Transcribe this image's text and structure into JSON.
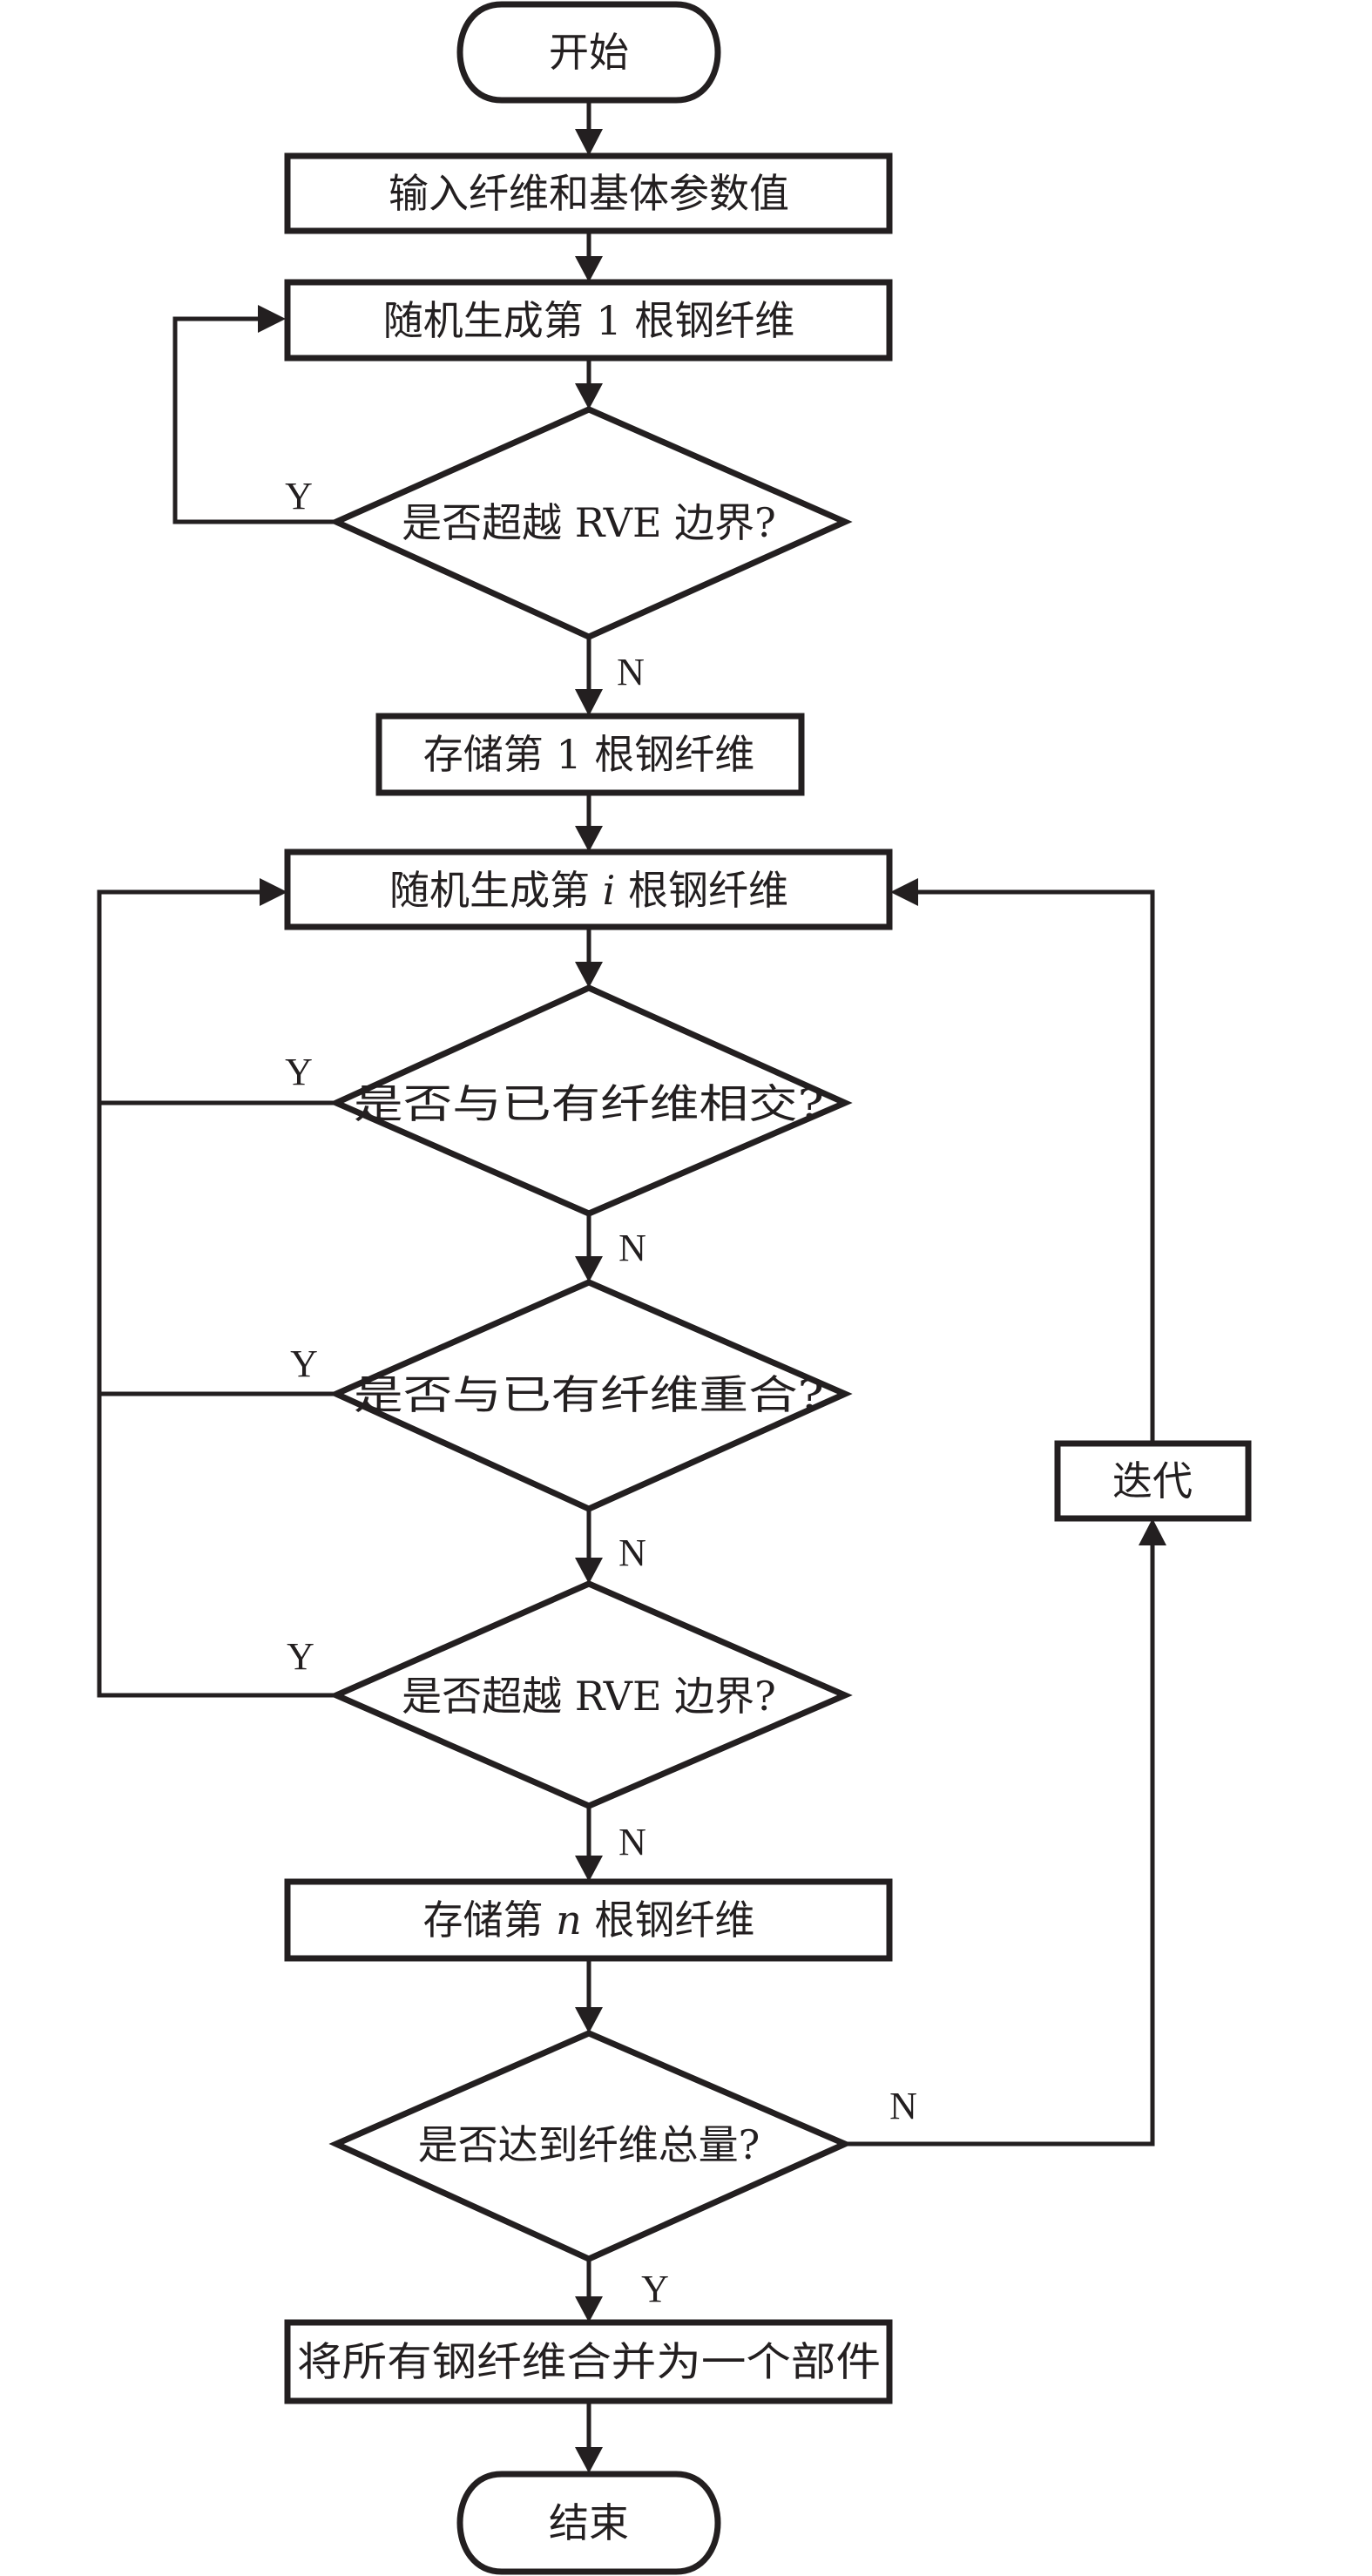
{
  "diagram": {
    "type": "flowchart",
    "colors": {
      "stroke": "#231f20",
      "fill": "#ffffff",
      "text": "#231f20"
    },
    "nodes": {
      "start": {
        "shape": "terminal",
        "text": "开始"
      },
      "input": {
        "shape": "process",
        "text": "输入纤维和基体参数值"
      },
      "gen_first": {
        "shape": "process",
        "text_before": "随机生成第 ",
        "var": "1",
        "text_after": " 根钢纤维"
      },
      "check_rve_1": {
        "shape": "decision",
        "text": "是否超越 RVE 边界?"
      },
      "store_first": {
        "shape": "process",
        "text_before": "存储第 ",
        "var": "1",
        "text_after": " 根钢纤维"
      },
      "gen_i": {
        "shape": "process",
        "text_before": "随机生成第 ",
        "var": "i",
        "text_after": " 根钢纤维"
      },
      "check_cross": {
        "shape": "decision",
        "text": "是否与已有纤维相交?"
      },
      "check_overlap": {
        "shape": "decision",
        "text": "是否与已有纤维重合?"
      },
      "check_rve_2": {
        "shape": "decision",
        "text": "是否超越 RVE 边界?"
      },
      "store_n": {
        "shape": "process",
        "text_before": "存储第 ",
        "var": "n",
        "text_after": " 根钢纤维"
      },
      "check_total": {
        "shape": "decision",
        "text": "是否达到纤维总量?"
      },
      "iterate": {
        "shape": "process",
        "text": "迭代"
      },
      "merge": {
        "shape": "process",
        "text": "将所有钢纤维合并为一个部件"
      },
      "end": {
        "shape": "terminal",
        "text": "结束"
      }
    },
    "edges": [
      {
        "from": "start",
        "to": "input",
        "label": ""
      },
      {
        "from": "input",
        "to": "gen_first",
        "label": ""
      },
      {
        "from": "gen_first",
        "to": "check_rve_1",
        "label": ""
      },
      {
        "from": "check_rve_1",
        "to": "gen_first",
        "label": "Y"
      },
      {
        "from": "check_rve_1",
        "to": "store_first",
        "label": "N"
      },
      {
        "from": "store_first",
        "to": "gen_i",
        "label": ""
      },
      {
        "from": "gen_i",
        "to": "check_cross",
        "label": ""
      },
      {
        "from": "check_cross",
        "to": "gen_i",
        "label": "Y"
      },
      {
        "from": "check_cross",
        "to": "check_overlap",
        "label": "N"
      },
      {
        "from": "check_overlap",
        "to": "gen_i",
        "label": "Y"
      },
      {
        "from": "check_overlap",
        "to": "check_rve_2",
        "label": "N"
      },
      {
        "from": "check_rve_2",
        "to": "gen_i",
        "label": "Y"
      },
      {
        "from": "check_rve_2",
        "to": "store_n",
        "label": "N"
      },
      {
        "from": "store_n",
        "to": "check_total",
        "label": ""
      },
      {
        "from": "check_total",
        "to": "iterate",
        "label": "N"
      },
      {
        "from": "iterate",
        "to": "gen_i",
        "label": ""
      },
      {
        "from": "check_total",
        "to": "merge",
        "label": "Y"
      },
      {
        "from": "merge",
        "to": "end",
        "label": ""
      }
    ],
    "labels": {
      "yes": "Y",
      "no": "N"
    }
  }
}
